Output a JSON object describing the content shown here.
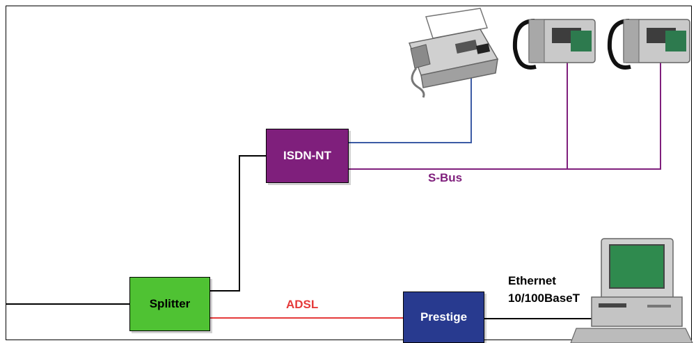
{
  "nodes": {
    "isdn_nt": "ISDN-NT",
    "splitter": "Splitter",
    "prestige": "Prestige"
  },
  "links": {
    "s_bus": "S-Bus",
    "adsl": "ADSL",
    "ethernet_line1": "Ethernet",
    "ethernet_line2": "10/100BaseT"
  },
  "colors": {
    "isdn": "#7f1f7c",
    "splitter": "#4fc233",
    "prestige": "#283a8f",
    "adsl": "#e53a3a",
    "fax_line": "#3b5ba5"
  },
  "icons": [
    "fax-machine-icon",
    "telephone-icon",
    "telephone-icon",
    "computer-icon"
  ]
}
